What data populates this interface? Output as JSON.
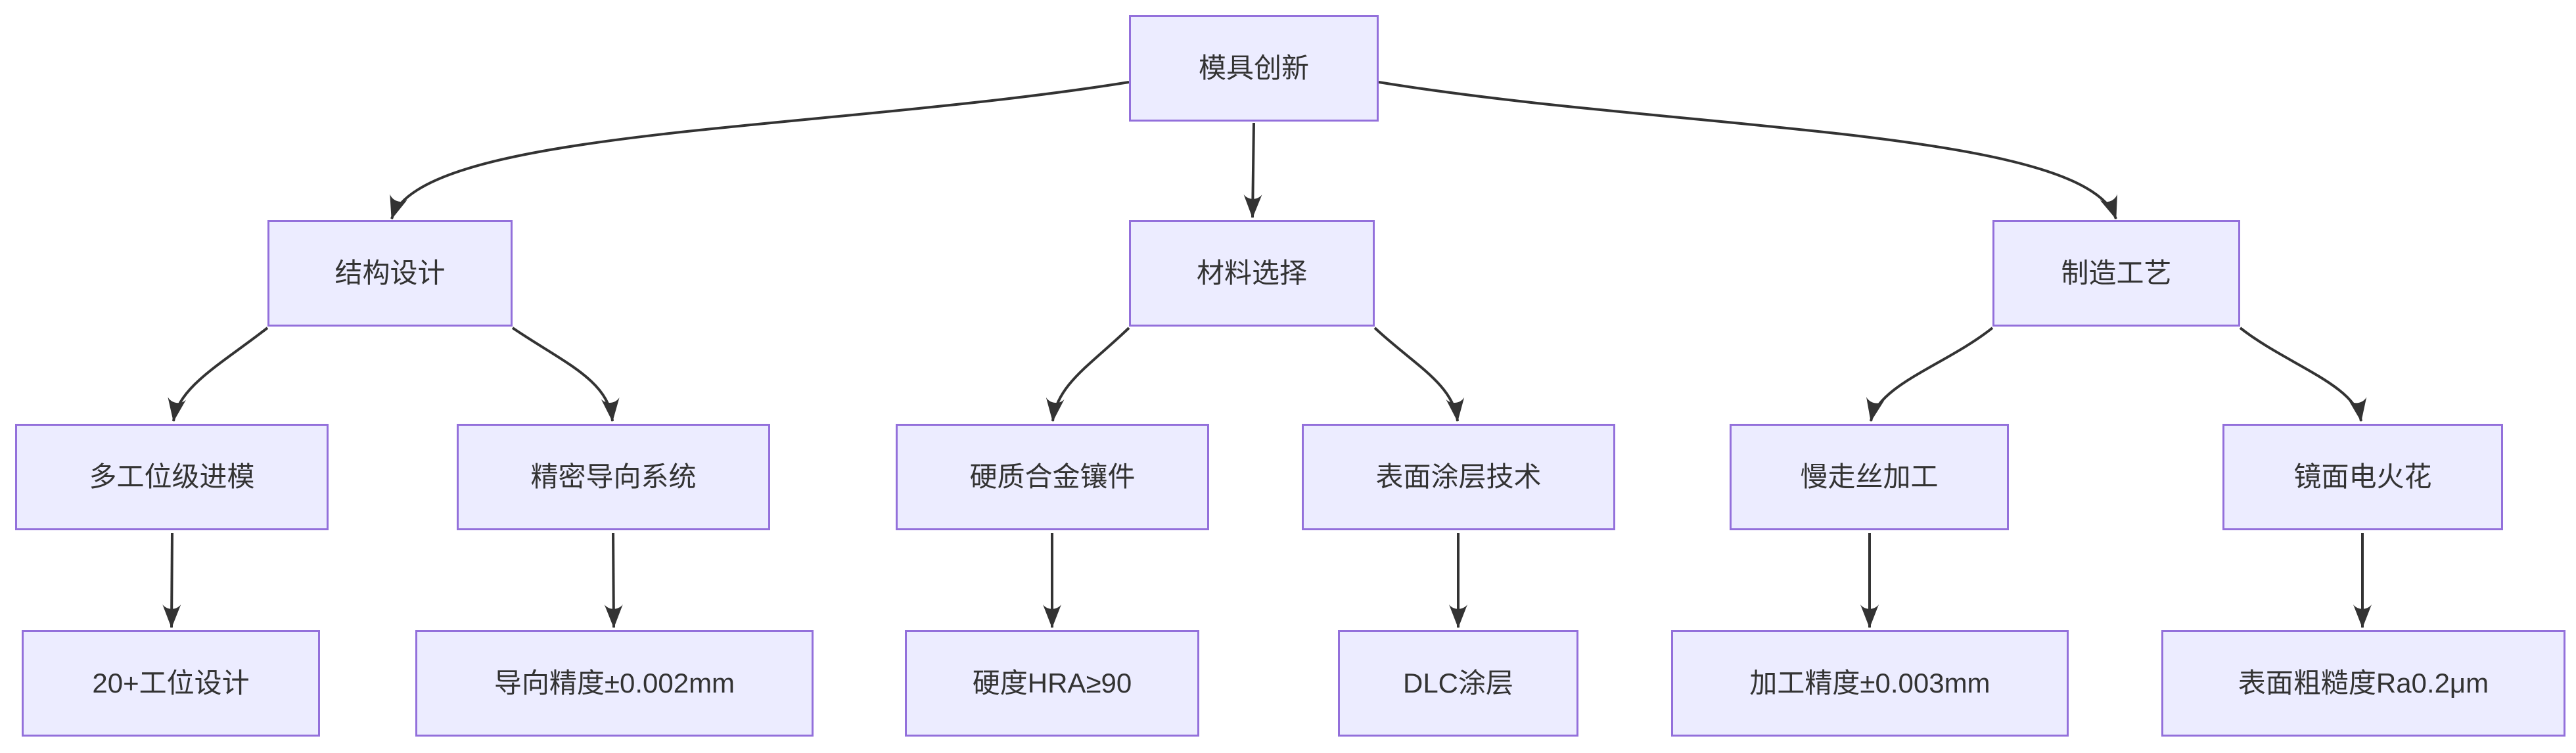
{
  "diagram": {
    "type": "flowchart-top-down",
    "colors": {
      "background": "#ffffff",
      "node_fill": "#ECECFF",
      "node_border": "#9370DB",
      "node_text": "#333333",
      "edge": "#333333"
    },
    "nodes": {
      "root": {
        "label": "模具创新"
      },
      "structure": {
        "label": "结构设计"
      },
      "material": {
        "label": "材料选择"
      },
      "process": {
        "label": "制造工艺"
      },
      "multi_station": {
        "label": "多工位级进模"
      },
      "guide_system": {
        "label": "精密导向系统"
      },
      "carbide": {
        "label": "硬质合金镶件"
      },
      "coating": {
        "label": "表面涂层技术"
      },
      "wire_edm": {
        "label": "慢走丝加工"
      },
      "mirror_edm": {
        "label": "镜面电火花"
      },
      "station_design": {
        "label": "20+工位设计"
      },
      "guide_accuracy": {
        "label": "导向精度±0.002mm"
      },
      "hardness": {
        "label": "硬度HRA≥90"
      },
      "dlc": {
        "label": "DLC涂层"
      },
      "machining_accuracy": {
        "label": "加工精度±0.003mm"
      },
      "roughness": {
        "label": "表面粗糙度Ra0.2μm"
      }
    },
    "edges": [
      {
        "from": "模具创新",
        "to": "结构设计"
      },
      {
        "from": "模具创新",
        "to": "材料选择"
      },
      {
        "from": "模具创新",
        "to": "制造工艺"
      },
      {
        "from": "结构设计",
        "to": "多工位级进模"
      },
      {
        "from": "结构设计",
        "to": "精密导向系统"
      },
      {
        "from": "材料选择",
        "to": "硬质合金镶件"
      },
      {
        "from": "材料选择",
        "to": "表面涂层技术"
      },
      {
        "from": "制造工艺",
        "to": "慢走丝加工"
      },
      {
        "from": "制造工艺",
        "to": "镜面电火花"
      },
      {
        "from": "多工位级进模",
        "to": "20+工位设计"
      },
      {
        "from": "精密导向系统",
        "to": "导向精度±0.002mm"
      },
      {
        "from": "硬质合金镶件",
        "to": "硬度HRA≥90"
      },
      {
        "from": "表面涂层技术",
        "to": "DLC涂层"
      },
      {
        "from": "慢走丝加工",
        "to": "加工精度±0.003mm"
      },
      {
        "from": "镜面电火花",
        "to": "表面粗糙度Ra0.2μm"
      }
    ]
  }
}
